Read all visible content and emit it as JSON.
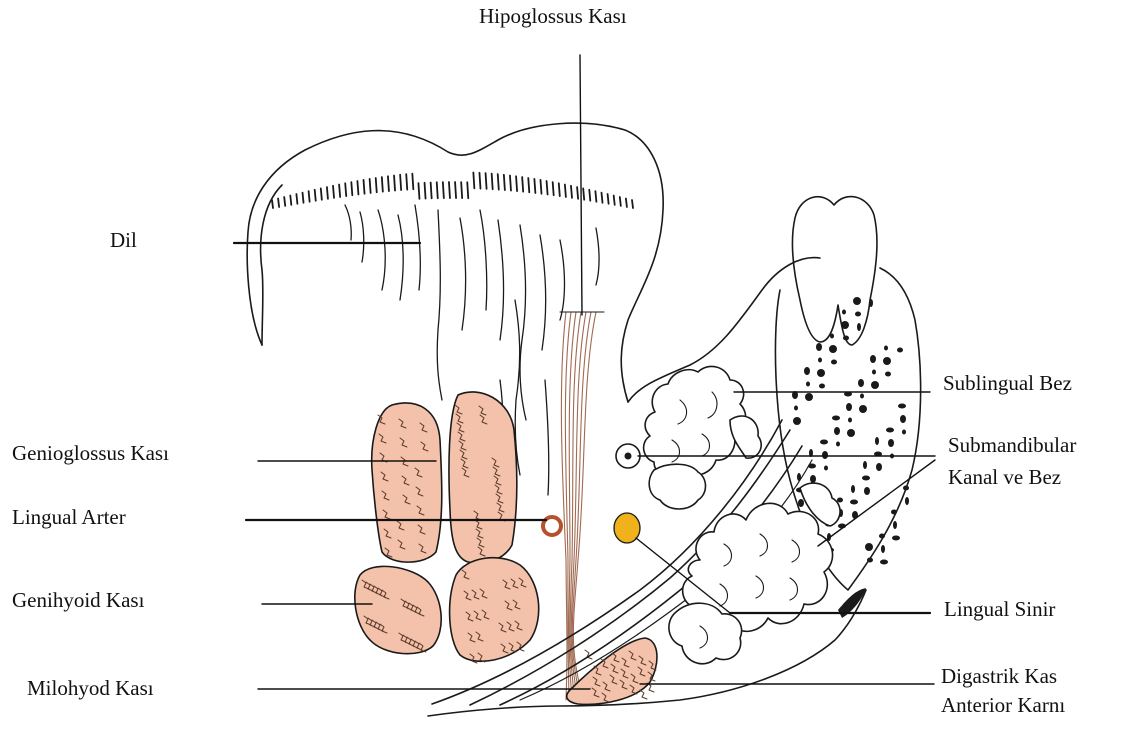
{
  "labels": {
    "hipoglossus": "Hipoglossus Kası",
    "dil": "Dil",
    "genioglossus": "Genioglossus Kası",
    "lingual_arter": "Lingual Arter",
    "genihyoid": "Genihyoid Kası",
    "milohyod": "Milohyod Kası",
    "sublingual": "Sublingual Bez",
    "submandibular_line1": "Submandibular",
    "submandibular_line2": "Kanal ve Bez",
    "lingual_sinir": "Lingual Sinir",
    "digastrik_line1": "Digastrik Kas",
    "digastrik_line2": "Anterior Karnı"
  },
  "colors": {
    "muscle_fill": "#f4c2aa",
    "artery": "#b5522e",
    "nerve": "#f0b21a",
    "outline": "#1a1a1a"
  }
}
